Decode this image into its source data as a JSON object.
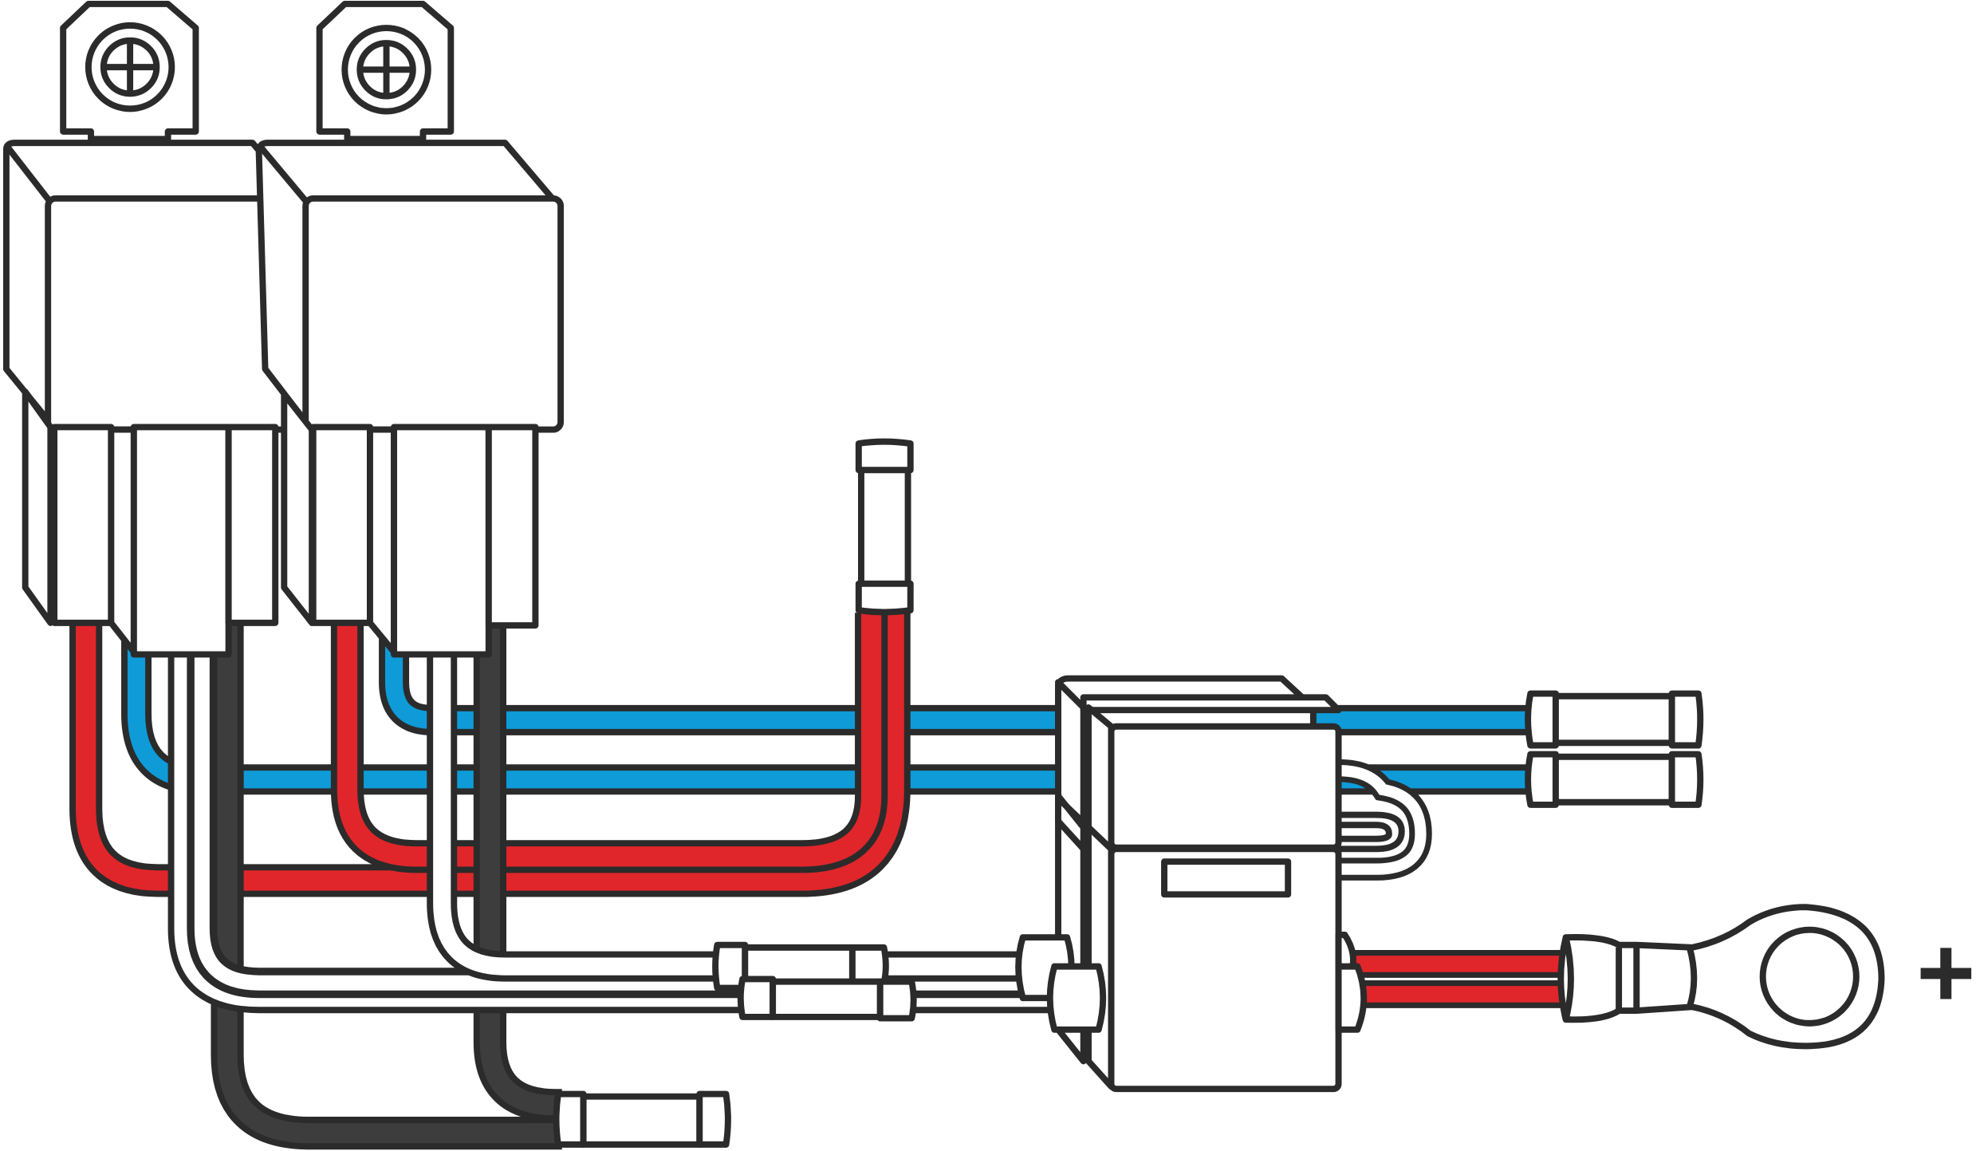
{
  "diagram": {
    "plus_symbol": "+",
    "colors": {
      "outline": "#2b2b2b",
      "red_wire": "#e0262a",
      "blue_wire": "#0e9bd8",
      "black_wire": "#3d3d3d",
      "white_wire": "#ffffff",
      "background": "#ffffff"
    },
    "components": [
      {
        "name": "relay",
        "count": 2
      },
      {
        "name": "fuse-holder",
        "count": 1
      },
      {
        "name": "ring-terminal",
        "count": 1
      },
      {
        "name": "spade-connector",
        "count": 6
      }
    ]
  }
}
